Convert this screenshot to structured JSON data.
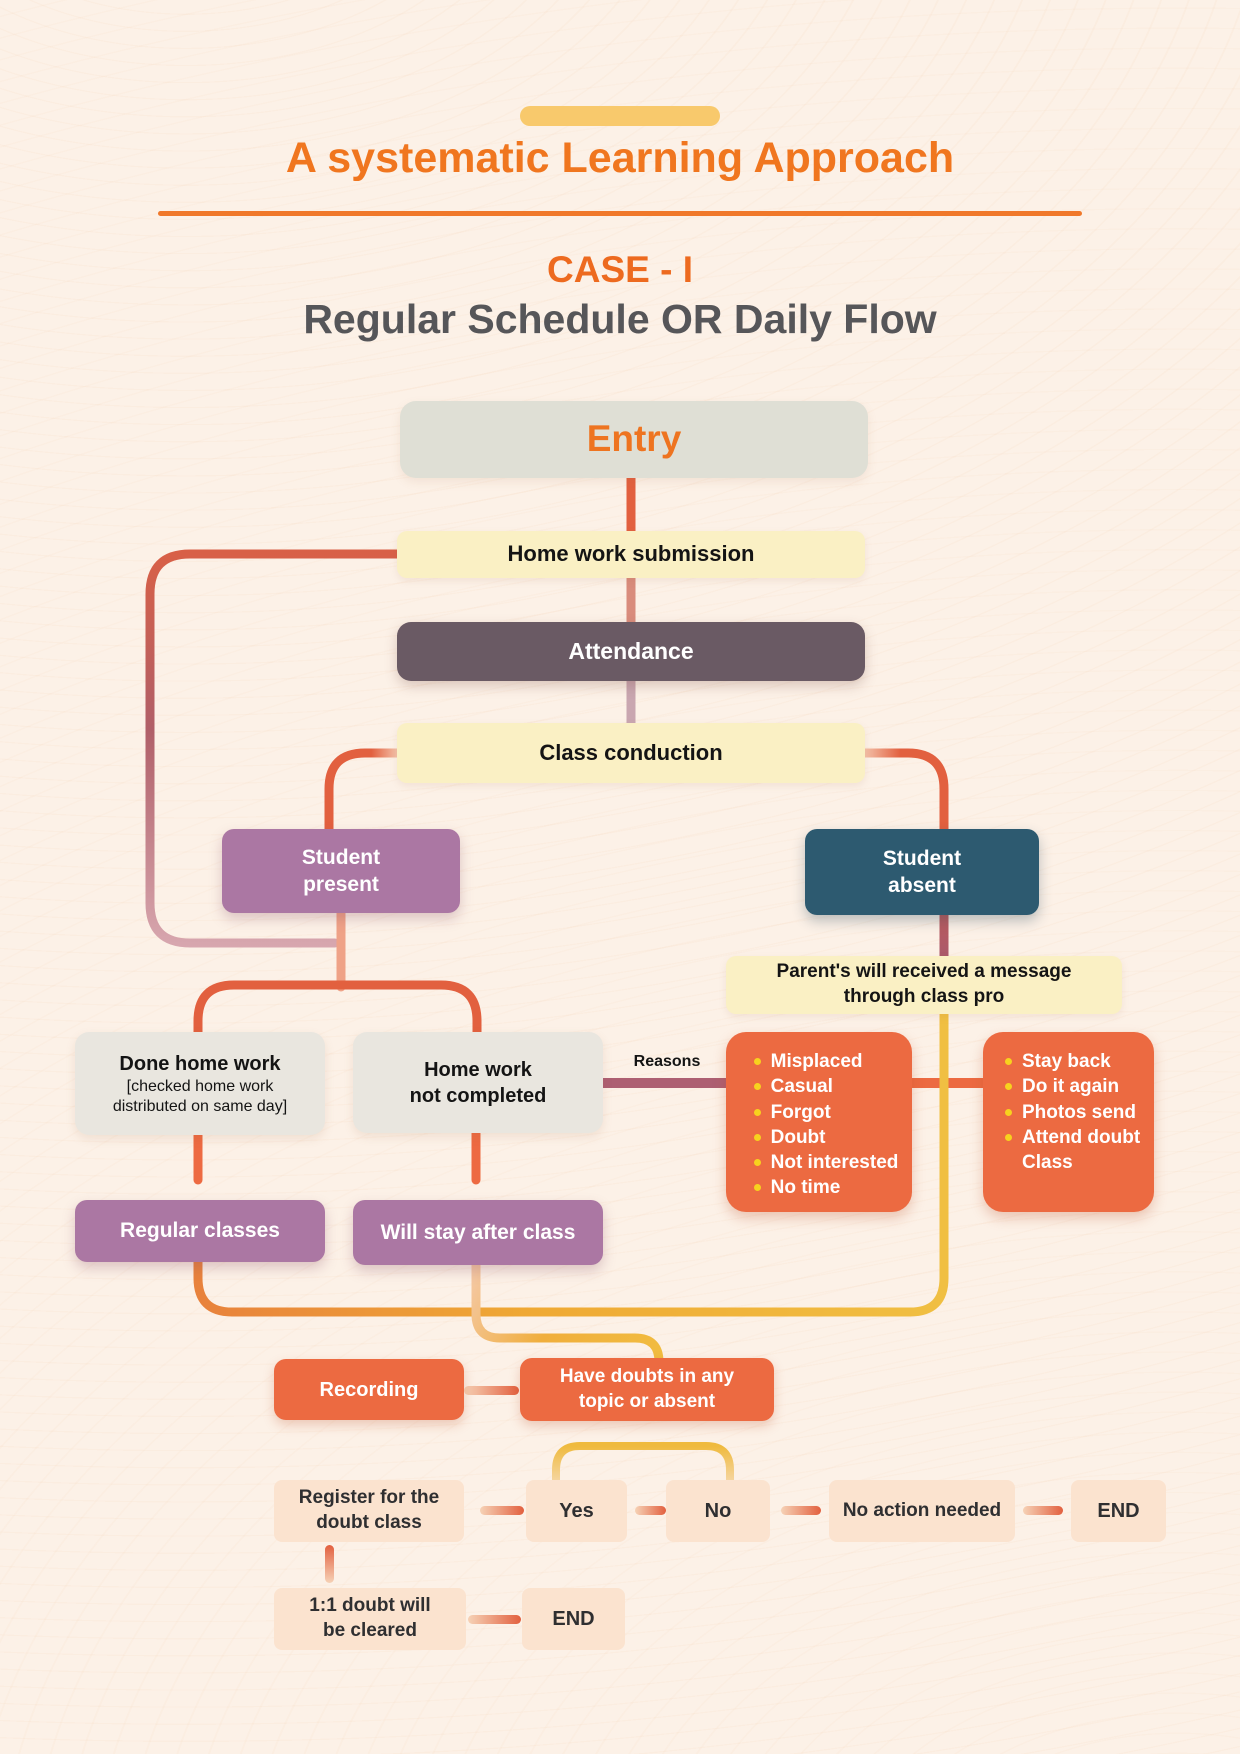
{
  "header": {
    "title": "A systematic Learning Approach",
    "case_label": "CASE - I",
    "subtitle": "Regular Schedule OR Daily Flow"
  },
  "flow": {
    "entry": "Entry",
    "homework_submission": "Home work submission",
    "attendance": "Attendance",
    "class_conduction": "Class conduction",
    "student_present": "Student\npresent",
    "student_absent": "Student\nabsent",
    "parents_message": "Parent's will received a message\nthrough class pro",
    "done_homework": {
      "title": "Done home work",
      "note": "[checked home work\ndistributed on same day]"
    },
    "homework_not_completed": "Home work\nnot completed",
    "reasons_label": "Reasons",
    "reasons": [
      "Misplaced",
      "Casual",
      "Forgot",
      "Doubt",
      "Not interested",
      "No time"
    ],
    "absent_actions": [
      "Stay back",
      "Do it again",
      "Photos send",
      "Attend doubt Class"
    ],
    "regular_classes": "Regular classes",
    "will_stay_after_class": "Will stay after class",
    "recording": "Recording",
    "have_doubts": "Have doubts in any\ntopic or absent",
    "register_doubt_class": "Register for the\ndoubt class",
    "yes": "Yes",
    "no": "No",
    "no_action_needed": "No action needed",
    "end_top": "END",
    "doubt_cleared": "1:1 doubt will\nbe cleared",
    "end_bottom": "END"
  },
  "colors": {
    "accent_orange": "#f0761f",
    "box_orange": "#ec6a41",
    "box_yellow": "#faf0c4",
    "box_purple": "#ab77a3",
    "box_teal": "#2d5a70",
    "box_mauve_dark": "#6a5a64",
    "box_gray": "#e9e6df",
    "box_peach": "#fbe3cf",
    "line_orange": "#e2603f",
    "line_mauve": "#a8596c",
    "line_yellow": "#f0bf42",
    "bullet_yellow": "#f7d21e",
    "subtitle_gray": "#565659",
    "background": "#fcf1e7"
  }
}
